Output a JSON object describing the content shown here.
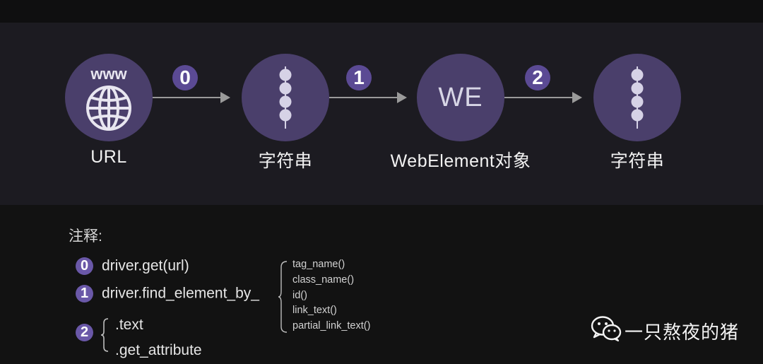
{
  "flow": {
    "nodes": [
      {
        "label": "URL",
        "icon": "globe-www-icon",
        "icon_text": "www"
      },
      {
        "label": "字符串",
        "icon": "string-beads-icon"
      },
      {
        "label": "WebElement对象",
        "icon": "we-icon",
        "icon_text": "WE"
      },
      {
        "label": "字符串",
        "icon": "string-beads-icon"
      }
    ],
    "steps": [
      "0",
      "1",
      "2"
    ]
  },
  "notes": {
    "title": "注释:",
    "items": [
      {
        "badge": "0",
        "text": "driver.get(url)"
      },
      {
        "badge": "1",
        "text": "driver.find_element_by_"
      },
      {
        "badge": "2"
      }
    ],
    "find_methods": [
      "tag_name()",
      "class_name()",
      "id()",
      "link_text()",
      "partial_link_text()"
    ],
    "attr_methods": [
      ".text",
      ".get_attribute"
    ]
  },
  "brand": {
    "name": "一只熬夜的猪",
    "icon": "wechat-icon"
  },
  "colors": {
    "background": "#121212",
    "panel": "#1c1b21",
    "node_fill": "#4a3f6b",
    "badge_fill": "#5b4a94",
    "arrow": "#9a9a9a"
  }
}
